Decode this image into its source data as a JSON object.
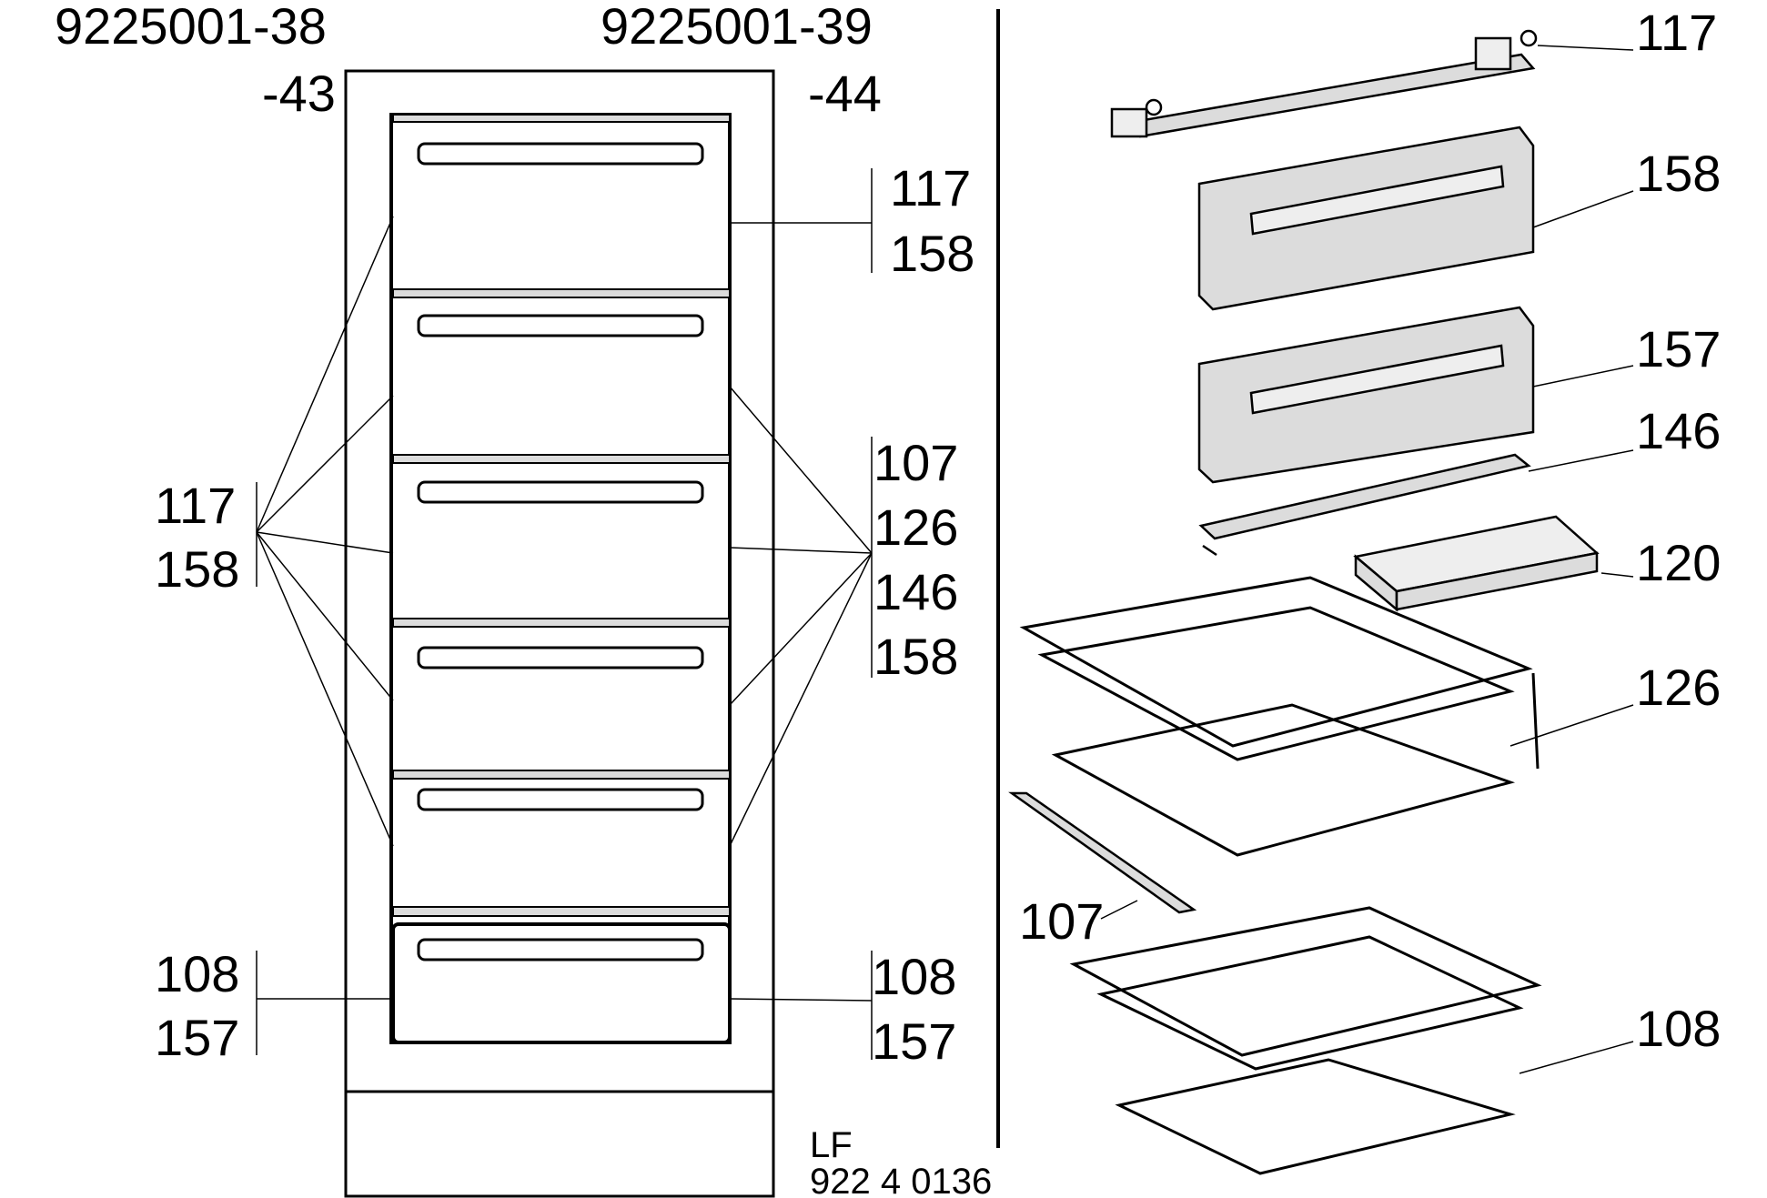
{
  "header": {
    "model_left": "9225001-38",
    "model_right": "9225001-39",
    "variant_left": "-43",
    "variant_right": "-44"
  },
  "left_callouts": {
    "top": [
      "117",
      "158"
    ],
    "bottom": [
      "108",
      "157"
    ]
  },
  "right_callouts": {
    "upper": [
      "117",
      "158"
    ],
    "middle": [
      "107",
      "126",
      "146",
      "158"
    ],
    "bottom": [
      "108",
      "157"
    ]
  },
  "exploded_labels": {
    "rail": "117",
    "front_panel_a": "158",
    "front_panel_b": "157",
    "trim_strip": "146",
    "ice_tray": "120",
    "upper_basket": "126",
    "slide_rail": "107",
    "lower_basket": "108"
  },
  "footer": {
    "code_line1": "LF",
    "code_line2": "922 4 0136"
  },
  "colors": {
    "line": "#000000",
    "panel_fill": "#dcdcdc",
    "light_fill": "#eeeeee",
    "background": "#ffffff"
  }
}
